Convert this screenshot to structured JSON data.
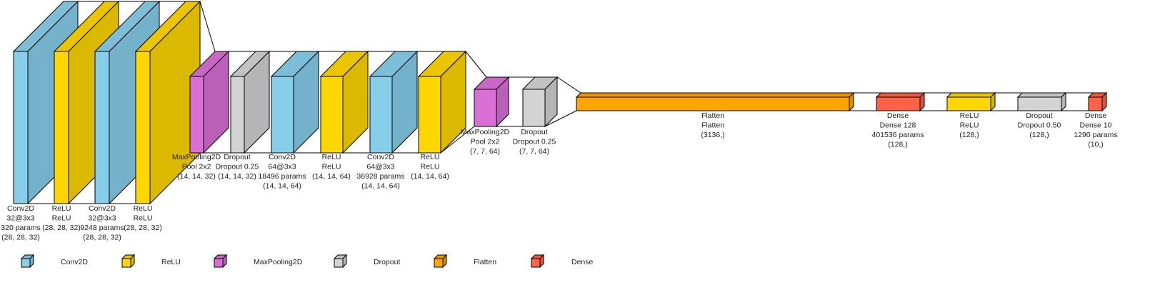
{
  "colors": {
    "Conv2D": "#87ceeb",
    "ReLU": "#ffd700",
    "MaxPooling2D": "#da70d6",
    "Dropout": "#d3d3d3",
    "Flatten": "#ffa500",
    "Dense": "#ff6347",
    "outline": "#000000"
  },
  "layers": [
    {
      "type": "Conv2D",
      "lines": [
        "Conv2D",
        "32@3x3",
        "320 params",
        "(28, 28, 32)"
      ]
    },
    {
      "type": "ReLU",
      "lines": [
        "ReLU",
        "ReLU",
        "(28, 28, 32)"
      ]
    },
    {
      "type": "Conv2D",
      "lines": [
        "Conv2D",
        "32@3x3",
        "9248 params",
        "(28, 28, 32)"
      ]
    },
    {
      "type": "ReLU",
      "lines": [
        "ReLU",
        "ReLU",
        "(28, 28, 32)"
      ]
    },
    {
      "type": "MaxPooling2D",
      "lines": [
        "MaxPooling2D",
        "Pool 2x2",
        "(14, 14, 32)"
      ]
    },
    {
      "type": "Dropout",
      "lines": [
        "Dropout",
        "Dropout 0.25",
        "(14, 14, 32)"
      ]
    },
    {
      "type": "Conv2D",
      "lines": [
        "Conv2D",
        "64@3x3",
        "18496 params",
        "(14, 14, 64)"
      ]
    },
    {
      "type": "ReLU",
      "lines": [
        "ReLU",
        "ReLU",
        "(14, 14, 64)"
      ]
    },
    {
      "type": "Conv2D",
      "lines": [
        "Conv2D",
        "64@3x3",
        "36928 params",
        "(14, 14, 64)"
      ]
    },
    {
      "type": "ReLU",
      "lines": [
        "ReLU",
        "ReLU",
        "(14, 14, 64)"
      ]
    },
    {
      "type": "MaxPooling2D",
      "lines": [
        "MaxPooling2D",
        "Pool 2x2",
        "(7, 7, 64)"
      ]
    },
    {
      "type": "Dropout",
      "lines": [
        "Dropout",
        "Dropout 0.25",
        "(7, 7, 64)"
      ]
    },
    {
      "type": "Flatten",
      "lines": [
        "Flatten",
        "Flatten",
        "(3136,)"
      ]
    },
    {
      "type": "Dense",
      "lines": [
        "Dense",
        "Dense 128",
        "401536 params",
        "(128,)"
      ]
    },
    {
      "type": "ReLU",
      "lines": [
        "ReLU",
        "ReLU",
        "(128,)"
      ]
    },
    {
      "type": "Dropout",
      "lines": [
        "Dropout",
        "Dropout 0.50",
        "(128,)"
      ]
    },
    {
      "type": "Dense",
      "lines": [
        "Dense",
        "Dense 10",
        "1290 params",
        "(10,)"
      ]
    }
  ],
  "legend": [
    {
      "type": "Conv2D",
      "label": "Conv2D"
    },
    {
      "type": "ReLU",
      "label": "ReLU"
    },
    {
      "type": "MaxPooling2D",
      "label": "MaxPooling2D"
    },
    {
      "type": "Dropout",
      "label": "Dropout"
    },
    {
      "type": "Flatten",
      "label": "Flatten"
    },
    {
      "type": "Dense",
      "label": "Dense"
    }
  ]
}
